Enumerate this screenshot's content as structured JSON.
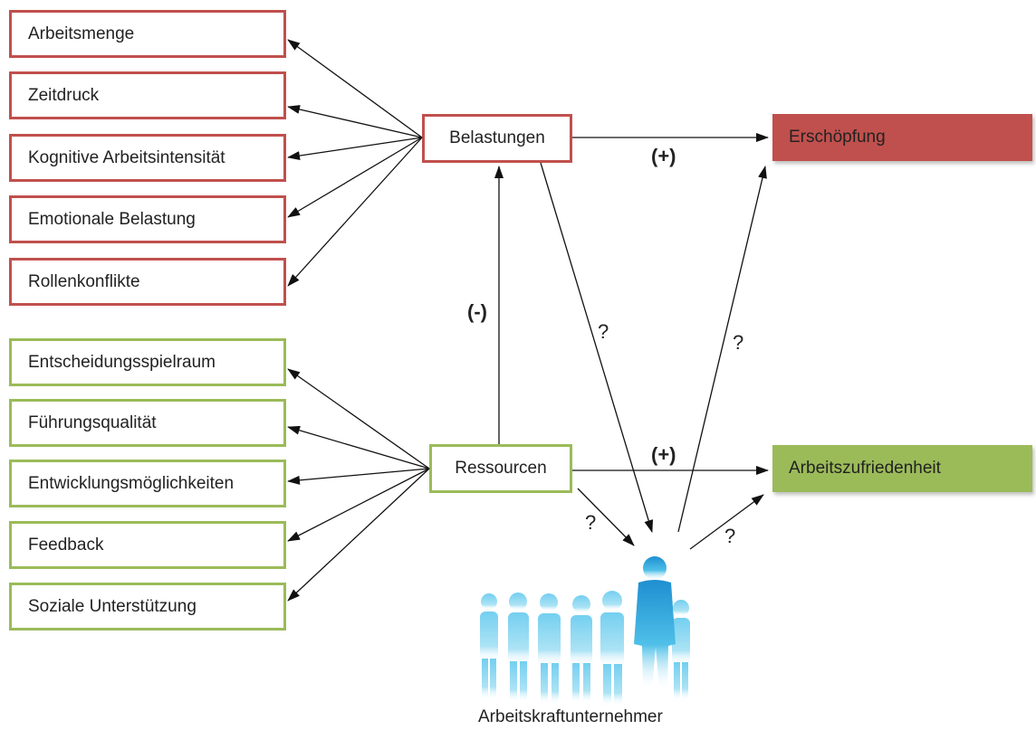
{
  "stress_factors": [
    "Arbeitsmenge",
    "Zeitdruck",
    "Kognitive Arbeitsintensität",
    "Emotionale Belastung",
    "Rollenkonflikte"
  ],
  "resource_factors": [
    "Entscheidungsspielraum",
    "Führungsqualität",
    "Entwicklungsmöglichkeiten",
    "Feedback",
    "Soziale Unterstützung"
  ],
  "nodes": {
    "belastungen": "Belastungen",
    "ressourcen": "Ressourcen",
    "erschoepfung": "Erschöpfung",
    "arbeitszufriedenheit": "Arbeitszufriedenheit",
    "person": "Arbeitskraftunternehmer"
  },
  "relations": {
    "plus_top": "(+)",
    "plus_bottom": "(+)",
    "minus": "(-)",
    "q_belastungen_person": "?",
    "q_person_erschoepfung": "?",
    "q_ressourcen_person": "?",
    "q_person_zufriedenheit": "?"
  },
  "colors": {
    "stress": "#c0504d",
    "resource": "#9bbb59",
    "person": "#2a9fd6"
  },
  "icons": {
    "person_group": "business-people-silhouette-icon"
  }
}
